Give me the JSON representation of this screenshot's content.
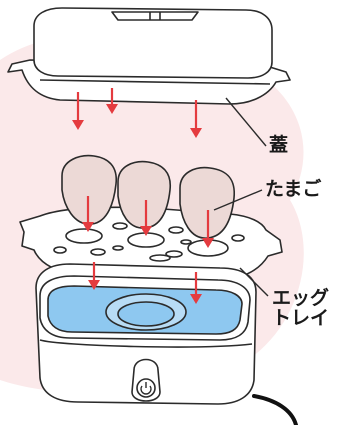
{
  "labels": {
    "lid": "蓋",
    "eggs": "たまご",
    "tray_line1": "エッグ",
    "tray_line2": "トレイ"
  },
  "colors": {
    "background_blob": "#fbe9ea",
    "arrow": "#e43b3f",
    "outline": "#2b2b2b",
    "water": "#8ec8f0",
    "egg": "#ecd9d6"
  },
  "icons": {
    "power_button": "power-icon"
  }
}
